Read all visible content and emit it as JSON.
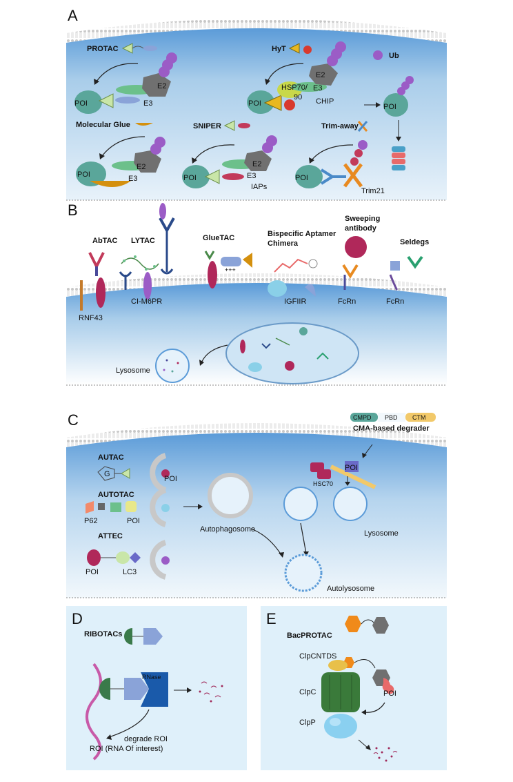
{
  "panels": {
    "a": {
      "letter": "A",
      "protac": "PROTAC",
      "hyt": "HyT",
      "ub": "Ub",
      "poi": "POI",
      "e2": "E2",
      "e3": "E3",
      "hsp": "HSP70/",
      "hsp90": "90",
      "chip": "CHIP",
      "molecular_glue": "Molecular Glue",
      "sniper": "SNIPER",
      "trim_away": "Trim-away",
      "iaps": "IAPs",
      "trim21": "Trim21"
    },
    "b": {
      "letter": "B",
      "abtac": "AbTAC",
      "lytac": "LYTAC",
      "gluetac": "GlueTAC",
      "bispecific_1": "Bispecific Aptamer",
      "bispecific_2": "Chimera",
      "sweeping_1": "Sweeping",
      "sweeping_2": "antibody",
      "seldegs": "Seldegs",
      "rnf43": "RNF43",
      "cim6pr": "CI-M6PR",
      "igfiir": "IGFIIR",
      "fcrn1": "FcRn",
      "fcrn2": "FcRn",
      "lysosome": "Lysosome",
      "charge": "+++"
    },
    "c": {
      "letter": "C",
      "legend_cmpd": "CMPD",
      "legend_pbd": "PBD",
      "legend_ctm": "CTM",
      "cma_title": "CMA-based degrader",
      "autac": "AUTAC",
      "g": "G",
      "autotac": "AUTOTAC",
      "p62": "P62",
      "attec": "ATTEC",
      "lc3": "LC3",
      "poi": "POI",
      "hsc70": "HSC70",
      "autophagosome": "Autophagosome",
      "lysosome": "Lysosome",
      "autolysosome": "Autolysosome"
    },
    "d": {
      "letter": "D",
      "ribotacs": "RIBOTACs",
      "rnase": "RNase",
      "degrade": "degrade ROI",
      "roi": "ROI (RNA Of interest)"
    },
    "e": {
      "letter": "E",
      "bacprotac": "BacPROTAC",
      "clpcntds": "ClpCNTDS",
      "clpc": "ClpC",
      "clpp": "ClpP",
      "poi": "POI"
    }
  },
  "colors": {
    "cell_blue": "#5b9bd8",
    "cell_light": "#dcecf8",
    "panel_bg": "#dff0fa",
    "poi_teal": "#5aa69a",
    "ub_purple": "#9b5cc6",
    "e2_gray": "#707070",
    "e3_green": "#6cc08b",
    "yellow": "#d9c63c",
    "red": "#d83a2e"
  }
}
